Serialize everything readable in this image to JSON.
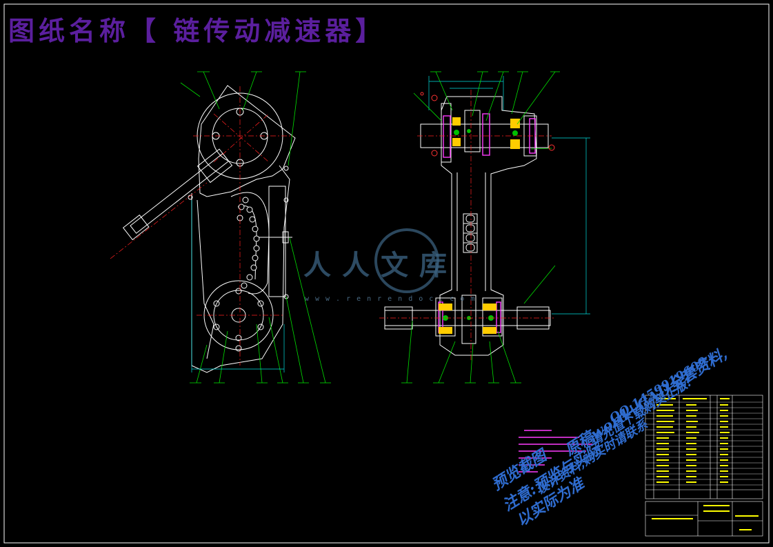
{
  "title": "图纸名称【 链传动减速器】",
  "watermark": {
    "logo": "人人文库",
    "site": "www.renrendoc.com"
  },
  "promo_lines": [
    "预览截图",
    "原稿word+CAD全套资料,",
    "QQ:1459919609",
    "请充值下载购买正版!",
    "注意:预览与实际",
    "设计资料,购买时请联系",
    "以实际为准"
  ],
  "colors": {
    "background": "#000000",
    "outline": "#ffffff",
    "centerline": "#ff2020",
    "leader": "#00e000",
    "dimension": "#00e0e0",
    "hatch": "#ff3cff",
    "bearing": "#ffff00",
    "title": "#5b1f9e",
    "promo": "#2f6ccf"
  }
}
